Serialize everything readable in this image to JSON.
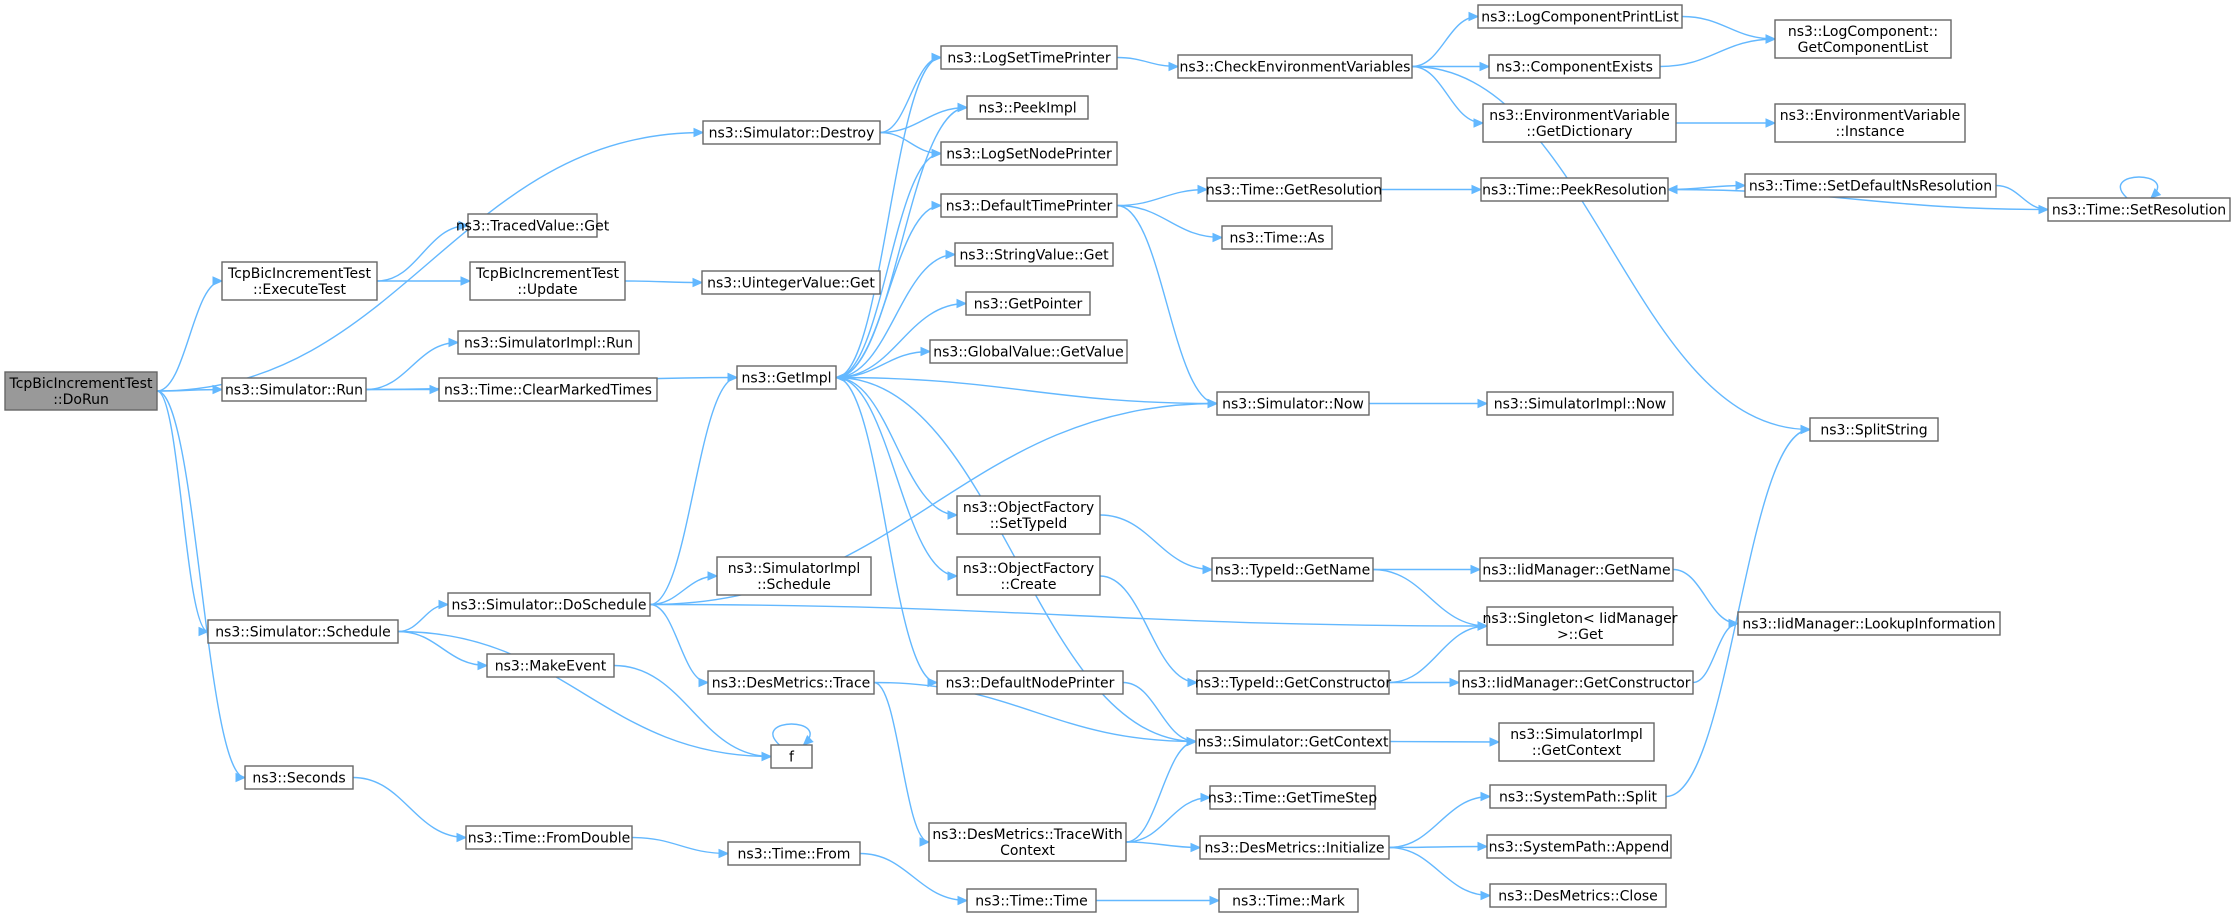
{
  "diagram": {
    "nodes": [
      {
        "id": "dorun",
        "lines": [
          "TcpBicIncrementTest",
          "::DoRun"
        ],
        "root": true
      },
      {
        "id": "destroy",
        "lines": [
          "ns3::Simulator::Destroy"
        ]
      },
      {
        "id": "executetest",
        "lines": [
          "TcpBicIncrementTest",
          "::ExecuteTest"
        ]
      },
      {
        "id": "tracedget",
        "lines": [
          "ns3::TracedValue::Get"
        ]
      },
      {
        "id": "update",
        "lines": [
          "TcpBicIncrementTest",
          "::Update"
        ]
      },
      {
        "id": "uintget",
        "lines": [
          "ns3::UintegerValue::Get"
        ]
      },
      {
        "id": "simrun",
        "lines": [
          "ns3::Simulator::Run"
        ]
      },
      {
        "id": "implrun",
        "lines": [
          "ns3::SimulatorImpl::Run"
        ]
      },
      {
        "id": "clearmarked",
        "lines": [
          "ns3::Time::ClearMarkedTimes"
        ]
      },
      {
        "id": "getimpl",
        "lines": [
          "ns3::GetImpl"
        ]
      },
      {
        "id": "logsettime",
        "lines": [
          "ns3::LogSetTimePrinter"
        ]
      },
      {
        "id": "peekimpl",
        "lines": [
          "ns3::PeekImpl"
        ]
      },
      {
        "id": "logsetnode",
        "lines": [
          "ns3::LogSetNodePrinter"
        ]
      },
      {
        "id": "deftimeprinter",
        "lines": [
          "ns3::DefaultTimePrinter"
        ]
      },
      {
        "id": "stringget",
        "lines": [
          "ns3::StringValue::Get"
        ]
      },
      {
        "id": "getpointer",
        "lines": [
          "ns3::GetPointer"
        ]
      },
      {
        "id": "globalget",
        "lines": [
          "ns3::GlobalValue::GetValue"
        ]
      },
      {
        "id": "checkenv",
        "lines": [
          "ns3::CheckEnvironmentVariables"
        ]
      },
      {
        "id": "logcompprint",
        "lines": [
          "ns3::LogComponentPrintList"
        ]
      },
      {
        "id": "compexists",
        "lines": [
          "ns3::ComponentExists"
        ]
      },
      {
        "id": "logcomplist",
        "lines": [
          "ns3::LogComponent::",
          "GetComponentList"
        ]
      },
      {
        "id": "envdict",
        "lines": [
          "ns3::EnvironmentVariable",
          "::GetDictionary"
        ]
      },
      {
        "id": "envinst",
        "lines": [
          "ns3::EnvironmentVariable",
          "::Instance"
        ]
      },
      {
        "id": "getres",
        "lines": [
          "ns3::Time::GetResolution"
        ]
      },
      {
        "id": "peekres",
        "lines": [
          "ns3::Time::PeekResolution"
        ]
      },
      {
        "id": "setdefns",
        "lines": [
          "ns3::Time::SetDefaultNsResolution"
        ]
      },
      {
        "id": "setres",
        "lines": [
          "ns3::Time::SetResolution"
        ]
      },
      {
        "id": "timeas",
        "lines": [
          "ns3::Time::As"
        ]
      },
      {
        "id": "simnow",
        "lines": [
          "ns3::Simulator::Now"
        ]
      },
      {
        "id": "implnow",
        "lines": [
          "ns3::SimulatorImpl::Now"
        ]
      },
      {
        "id": "splitstring",
        "lines": [
          "ns3::SplitString"
        ]
      },
      {
        "id": "ofsettypeid",
        "lines": [
          "ns3::ObjectFactory",
          "::SetTypeId"
        ]
      },
      {
        "id": "typeidgetname",
        "lines": [
          "ns3::TypeId::GetName"
        ]
      },
      {
        "id": "iidgetname",
        "lines": [
          "ns3::IidManager::GetName"
        ]
      },
      {
        "id": "ofcreate",
        "lines": [
          "ns3::ObjectFactory",
          "::Create"
        ]
      },
      {
        "id": "singleton",
        "lines": [
          "ns3::Singleton< IidManager",
          ">::Get"
        ]
      },
      {
        "id": "lookupinfo",
        "lines": [
          "ns3::IidManager::LookupInformation"
        ]
      },
      {
        "id": "simschedule",
        "lines": [
          "ns3::Simulator::Schedule"
        ]
      },
      {
        "id": "doschedule",
        "lines": [
          "ns3::Simulator::DoSchedule"
        ]
      },
      {
        "id": "implschedule",
        "lines": [
          "ns3::SimulatorImpl",
          "::Schedule"
        ]
      },
      {
        "id": "makeevent",
        "lines": [
          "ns3::MakeEvent"
        ]
      },
      {
        "id": "destrace",
        "lines": [
          "ns3::DesMetrics::Trace"
        ]
      },
      {
        "id": "defnodeprinter",
        "lines": [
          "ns3::DefaultNodePrinter"
        ]
      },
      {
        "id": "typeidgetctor",
        "lines": [
          "ns3::TypeId::GetConstructor"
        ]
      },
      {
        "id": "iidgetctor",
        "lines": [
          "ns3::IidManager::GetConstructor"
        ]
      },
      {
        "id": "f",
        "lines": [
          "f"
        ]
      },
      {
        "id": "simgetctx",
        "lines": [
          "ns3::Simulator::GetContext"
        ]
      },
      {
        "id": "implgetctx",
        "lines": [
          "ns3::SimulatorImpl",
          "::GetContext"
        ]
      },
      {
        "id": "seconds",
        "lines": [
          "ns3::Seconds"
        ]
      },
      {
        "id": "fromdouble",
        "lines": [
          "ns3::Time::FromDouble"
        ]
      },
      {
        "id": "timefrom",
        "lines": [
          "ns3::Time::From"
        ]
      },
      {
        "id": "timetime",
        "lines": [
          "ns3::Time::Time"
        ]
      },
      {
        "id": "timemark",
        "lines": [
          "ns3::Time::Mark"
        ]
      },
      {
        "id": "tracewithctx",
        "lines": [
          "ns3::DesMetrics::TraceWith",
          "Context"
        ]
      },
      {
        "id": "gettimestep",
        "lines": [
          "ns3::Time::GetTimeStep"
        ]
      },
      {
        "id": "desinit",
        "lines": [
          "ns3::DesMetrics::Initialize"
        ]
      },
      {
        "id": "syssplit",
        "lines": [
          "ns3::SystemPath::Split"
        ]
      },
      {
        "id": "sysappend",
        "lines": [
          "ns3::SystemPath::Append"
        ]
      },
      {
        "id": "desclose",
        "lines": [
          "ns3::DesMetrics::Close"
        ]
      }
    ],
    "edges": [
      [
        "dorun",
        "destroy"
      ],
      [
        "dorun",
        "executetest"
      ],
      [
        "dorun",
        "simrun"
      ],
      [
        "dorun",
        "simschedule"
      ],
      [
        "dorun",
        "seconds"
      ],
      [
        "destroy",
        "logsettime"
      ],
      [
        "destroy",
        "peekimpl"
      ],
      [
        "destroy",
        "logsetnode"
      ],
      [
        "executetest",
        "tracedget"
      ],
      [
        "executetest",
        "update"
      ],
      [
        "update",
        "uintget"
      ],
      [
        "simrun",
        "implrun"
      ],
      [
        "simrun",
        "clearmarked"
      ],
      [
        "simrun",
        "getimpl"
      ],
      [
        "getimpl",
        "logsettime"
      ],
      [
        "getimpl",
        "peekimpl"
      ],
      [
        "getimpl",
        "logsetnode"
      ],
      [
        "getimpl",
        "deftimeprinter"
      ],
      [
        "getimpl",
        "stringget"
      ],
      [
        "getimpl",
        "getpointer"
      ],
      [
        "getimpl",
        "globalget"
      ],
      [
        "getimpl",
        "ofsettypeid"
      ],
      [
        "getimpl",
        "ofcreate"
      ],
      [
        "getimpl",
        "defnodeprinter"
      ],
      [
        "logsettime",
        "checkenv"
      ],
      [
        "checkenv",
        "logcompprint"
      ],
      [
        "checkenv",
        "compexists"
      ],
      [
        "checkenv",
        "envdict"
      ],
      [
        "checkenv",
        "splitstring"
      ],
      [
        "logcompprint",
        "logcomplist"
      ],
      [
        "compexists",
        "logcomplist"
      ],
      [
        "envdict",
        "envinst"
      ],
      [
        "deftimeprinter",
        "getres"
      ],
      [
        "deftimeprinter",
        "timeas"
      ],
      [
        "deftimeprinter",
        "simnow"
      ],
      [
        "getres",
        "peekres"
      ],
      [
        "peekres",
        "setdefns"
      ],
      [
        "setdefns",
        "setres"
      ],
      [
        "setres",
        "peekres"
      ],
      [
        "setres",
        "setres"
      ],
      [
        "simnow",
        "getimpl"
      ],
      [
        "simnow",
        "implnow"
      ],
      [
        "ofsettypeid",
        "typeidgetname"
      ],
      [
        "typeidgetname",
        "iidgetname"
      ],
      [
        "typeidgetname",
        "singleton"
      ],
      [
        "iidgetname",
        "lookupinfo"
      ],
      [
        "ofcreate",
        "typeidgetctor"
      ],
      [
        "typeidgetctor",
        "singleton"
      ],
      [
        "typeidgetctor",
        "iidgetctor"
      ],
      [
        "iidgetctor",
        "lookupinfo"
      ],
      [
        "simschedule",
        "doschedule"
      ],
      [
        "simschedule",
        "makeevent"
      ],
      [
        "simschedule",
        "f"
      ],
      [
        "doschedule",
        "getimpl"
      ],
      [
        "doschedule",
        "simnow"
      ],
      [
        "doschedule",
        "implschedule"
      ],
      [
        "doschedule",
        "singleton"
      ],
      [
        "doschedule",
        "destrace"
      ],
      [
        "makeevent",
        "f"
      ],
      [
        "f",
        "f"
      ],
      [
        "destrace",
        "simgetctx"
      ],
      [
        "destrace",
        "tracewithctx"
      ],
      [
        "defnodeprinter",
        "simgetctx"
      ],
      [
        "simgetctx",
        "getimpl"
      ],
      [
        "simgetctx",
        "implgetctx"
      ],
      [
        "seconds",
        "fromdouble"
      ],
      [
        "fromdouble",
        "timefrom"
      ],
      [
        "timefrom",
        "timetime"
      ],
      [
        "timetime",
        "timemark"
      ],
      [
        "tracewithctx",
        "simgetctx"
      ],
      [
        "tracewithctx",
        "gettimestep"
      ],
      [
        "tracewithctx",
        "desinit"
      ],
      [
        "desinit",
        "syssplit"
      ],
      [
        "desinit",
        "sysappend"
      ],
      [
        "desinit",
        "desclose"
      ],
      [
        "syssplit",
        "splitstring"
      ]
    ]
  }
}
